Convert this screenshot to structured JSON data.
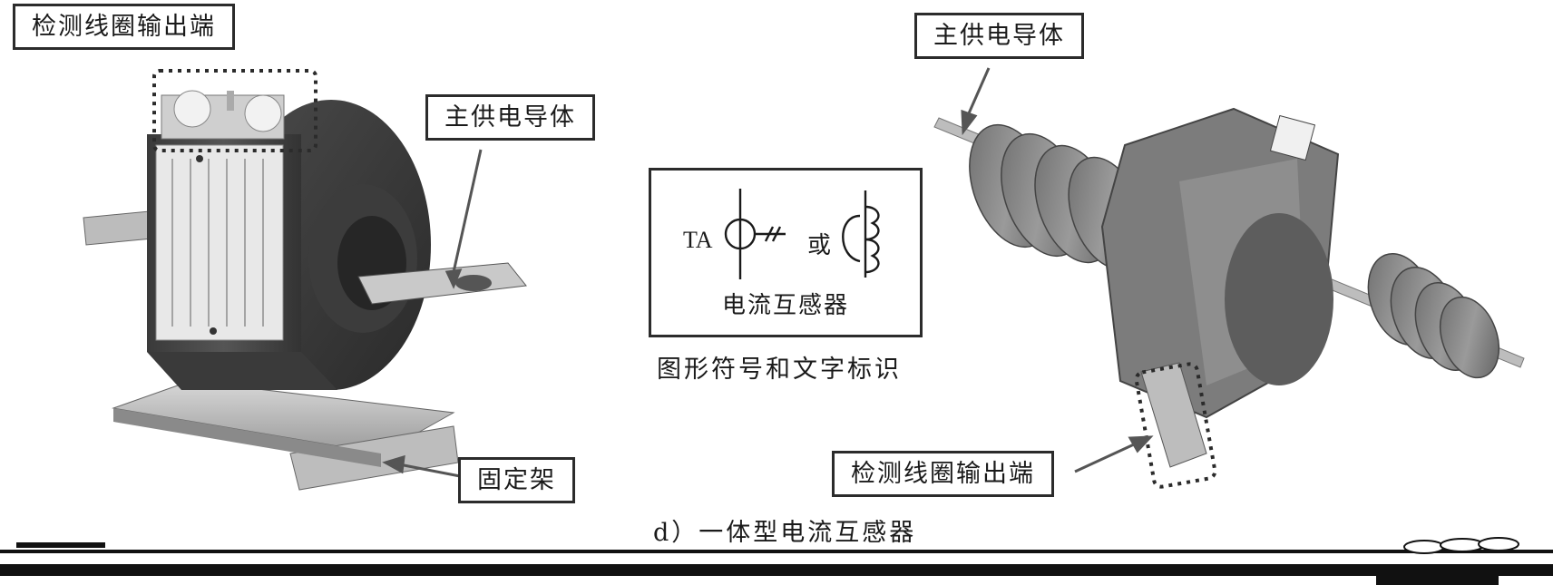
{
  "left_labels": {
    "detect_output": "检测线圈输出端",
    "main_conductor": "主供电导体",
    "fixing_bracket": "固定架"
  },
  "right_labels": {
    "main_conductor": "主供电导体",
    "detect_output": "检测线圈输出端"
  },
  "symbol": {
    "ta": "TA",
    "or": "或",
    "name": "电流互感器",
    "caption": "图形符号和文字标识"
  },
  "figure_caption": "d）一体型电流互感器"
}
